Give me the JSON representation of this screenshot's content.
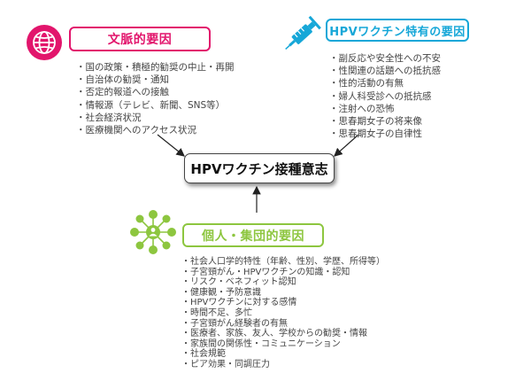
{
  "center": {
    "label": "HPVワクチン接種意志"
  },
  "contextual": {
    "label": "文脈的要因",
    "color": "#e2156c",
    "icon": "globe-icon",
    "items": [
      "国の政策・積極的勧奨の中止・再開",
      "自治体の勧奨・通知",
      "否定的報道への接触",
      "情報源（テレビ、新聞、SNS等）",
      "社会経済状況",
      "医療機関へのアクセス状況"
    ]
  },
  "vaccine": {
    "label": "HPVワクチン特有の要因",
    "color": "#16a7d8",
    "icon": "syringe-icon",
    "items": [
      "副反応や安全性への不安",
      "性関連の話題への抵抗感",
      "性的活動の有無",
      "婦人科受診への抵抗感",
      "注射への恐怖",
      "思春期女子の将来像",
      "思春期女子の自律性"
    ]
  },
  "individual": {
    "label": "個人・集団的要因",
    "color": "#8dc63f",
    "icon": "network-people-icon",
    "items": [
      "社会人口学的特性（年齢、性別、学歴、所得等）",
      "子宮頸がん・HPVワクチンの知識・認知",
      "リスク・ベネフィット認知",
      "健康観・予防意識",
      "HPVワクチンに対する感情",
      "時間不足、多忙",
      "子宮頸がん経験者の有無",
      "医療者、家族、友人、学校からの勧奨・情報",
      "家族間の関係性・コミュニケーション",
      "社会規範",
      "ピア効果・同調圧力"
    ]
  }
}
